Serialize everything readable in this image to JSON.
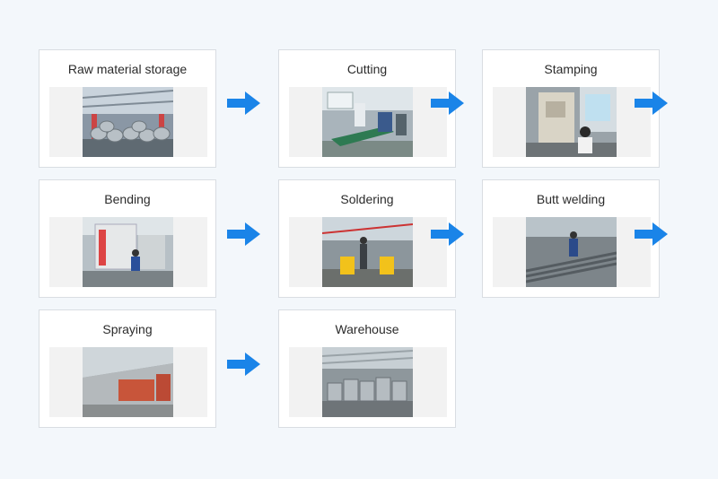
{
  "steps": [
    {
      "label": "Raw material storage",
      "photo": "raw-material-storage-photo"
    },
    {
      "label": "Cutting",
      "photo": "cutting-photo"
    },
    {
      "label": "Stamping",
      "photo": "stamping-photo"
    },
    {
      "label": "Bending",
      "photo": "bending-photo"
    },
    {
      "label": "Soldering",
      "photo": "soldering-photo"
    },
    {
      "label": "Butt welding",
      "photo": "butt-welding-photo"
    },
    {
      "label": "Spraying",
      "photo": "spraying-photo"
    },
    {
      "label": "Warehouse",
      "photo": "warehouse-photo"
    }
  ],
  "colors": {
    "arrow": "#1a84e8",
    "background": "#f3f7fb",
    "card_border": "#d9dde2"
  },
  "icons": {
    "arrow": "arrow-right-icon"
  }
}
